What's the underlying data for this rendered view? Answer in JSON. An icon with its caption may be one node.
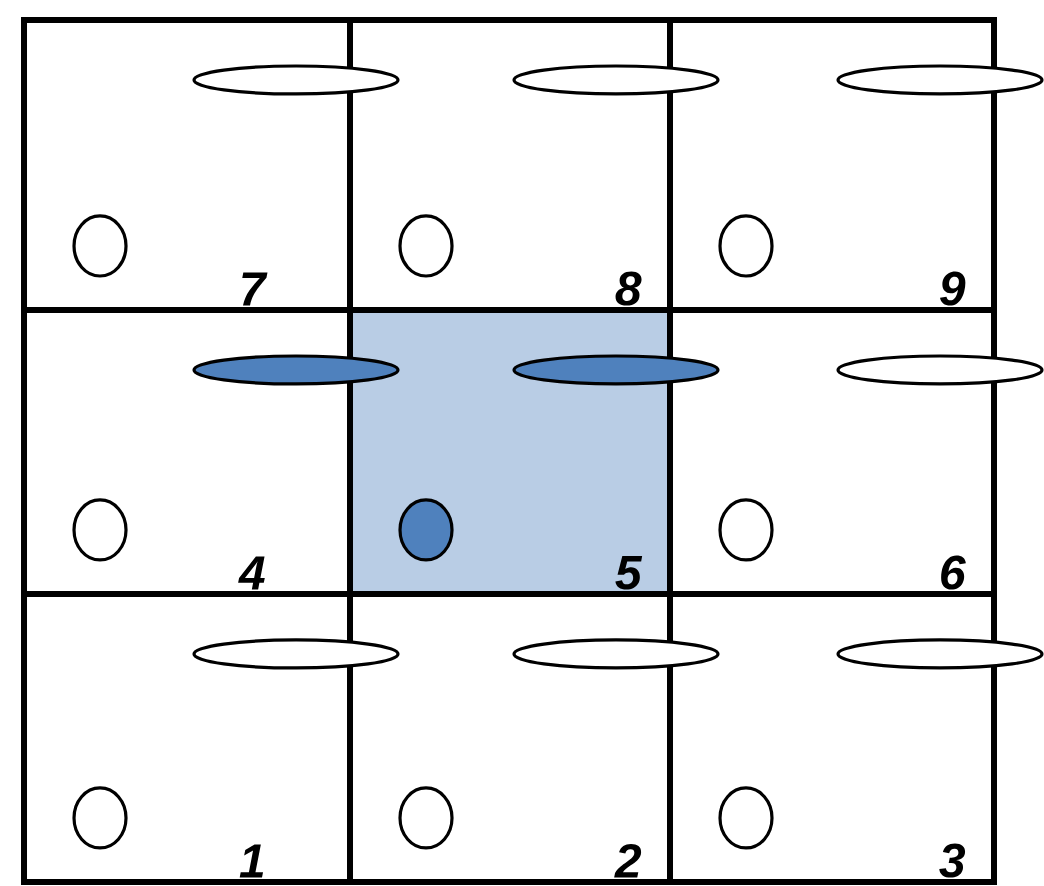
{
  "diagram": {
    "nodes": [
      {
        "text": [
          "7"
        ]
      },
      {
        "text": [
          "8"
        ]
      },
      {
        "text": [
          "9"
        ]
      },
      {
        "text": [
          "4"
        ]
      },
      {
        "text": [
          "5"
        ]
      },
      {
        "text": [
          "6"
        ]
      },
      {
        "text": [
          "1"
        ]
      },
      {
        "text": [
          "2"
        ]
      },
      {
        "text": [
          "3"
        ]
      },
      {
        "text": [],
        "shape": "ellipse"
      },
      {
        "text": [],
        "shape": "ellipse"
      },
      {
        "text": [],
        "shape": "ellipse"
      },
      {
        "text": [],
        "shape": "ellipse"
      },
      {
        "text": [],
        "shape": "ellipse"
      },
      {
        "text": [],
        "shape": "ellipse"
      },
      {
        "text": [],
        "shape": "ellipse"
      },
      {
        "text": [],
        "shape": "ellipse"
      },
      {
        "text": [],
        "shape": "ellipse"
      },
      {
        "text": [],
        "shape": "circle",
        "in": 0
      },
      {
        "text": [],
        "shape": "circle",
        "in": 1
      },
      {
        "text": [],
        "shape": "circle",
        "in": 2
      },
      {
        "text": [],
        "shape": "circle",
        "in": 3
      },
      {
        "text": [],
        "shape": "circle",
        "in": 4
      },
      {
        "text": [],
        "shape": "circle",
        "in": 5
      },
      {
        "text": [],
        "shape": "circle",
        "in": 6
      },
      {
        "text": [],
        "shape": "circle",
        "in": 7
      },
      {
        "text": [],
        "shape": "circle",
        "in": 8
      }
    ]
  }
}
